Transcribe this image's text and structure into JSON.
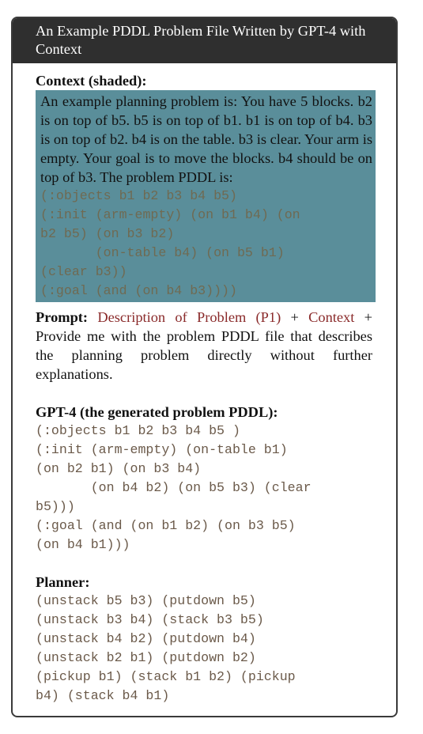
{
  "title": "An Example PDDL Problem File Written by GPT-4 with Context",
  "context": {
    "label": "Context (shaded):",
    "text": "An example planning problem is: You have 5 blocks. b2 is on top of b5. b5 is on top of b1. b1 is on top of b4. b3 is on top of b2. b4 is on the table. b3 is clear. Your arm is empty. Your goal is to move the blocks. b4 should be on top of b3. The problem PDDL is:",
    "pddl": [
      "(:objects b1 b2 b3 b4 b5)",
      "(:init (arm-empty) (on b1 b4) (on",
      "b2 b5) (on b3 b2)",
      "       (on-table b4) (on b5 b1)",
      "(clear b3))",
      "(:goal (and (on b4 b3))))"
    ]
  },
  "prompt": {
    "label": "Prompt:",
    "description": "Description of Problem (P1)",
    "plus1": " + ",
    "context_ref": "Context",
    "rest": " + Provide me with the problem PDDL file that describes the planning problem directly without further explanations."
  },
  "gpt4": {
    "label": "GPT-4 (the generated problem PDDL):",
    "lines": [
      "(:objects b1 b2 b3 b4 b5 )",
      "(:init (arm-empty) (on-table b1)",
      "(on b2 b1) (on b3 b4)",
      "       (on b4 b2) (on b5 b3) (clear",
      "b5)))",
      "(:goal (and (on b1 b2) (on b3 b5)",
      "(on b4 b1)))"
    ]
  },
  "planner": {
    "label": "Planner:",
    "lines": [
      "(unstack b5 b3) (putdown b5)",
      "(unstack b3 b4) (stack b3 b5)",
      "(unstack b4 b2) (putdown b4)",
      "(unstack b2 b1) (putdown b2)",
      "(pickup b1) (stack b1 b2) (pickup",
      "b4) (stack b4 b1)"
    ]
  },
  "colors": {
    "header_bg": "#2f2f2f",
    "shade_bg": "#5a8e9a",
    "prompt_red": "#8a2a2a",
    "code_text": "#6b5a4a"
  }
}
